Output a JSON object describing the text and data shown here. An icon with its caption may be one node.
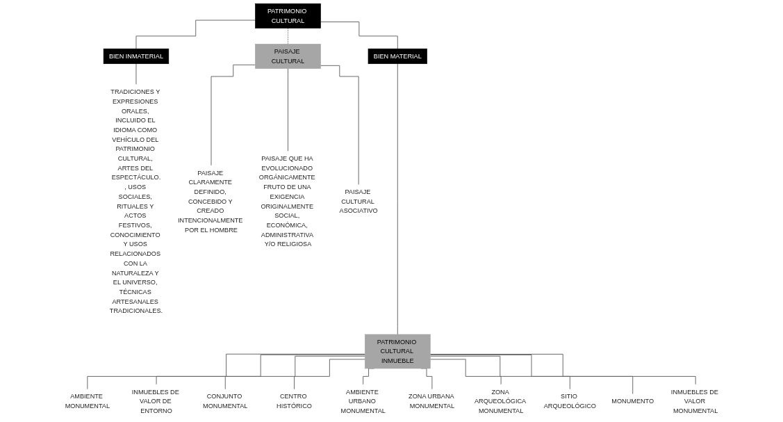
{
  "diagram": {
    "nodes": [
      {
        "text": [
          "PATRIMONIO CULTURAL"
        ]
      },
      {
        "text": [
          "BIEN INMATERIAL"
        ]
      },
      {
        "text": [
          "BIEN MATERIAL"
        ]
      },
      {
        "text": [
          "PAISAJE CULTURAL"
        ]
      },
      {
        "text": [
          "TRADICIONES Y EXPRESIONES ORALES, INCLUIDO EL IDIOMA COMO VEHÍCULO DEL PATRIMONIO CULTURAL, ARTES DEL ESPECTÁCULO.",
          ", USOS SOCIALES, RITUALES Y ACTOS FESTIVOS, CONOCIMIENTO Y USOS RELACIONADOS CON LA NATURALEZA Y EL UNIVERSO, TÉCNICAS ARTESANALES TRADICIONALES."
        ]
      },
      {
        "text": [
          "PATRIMONIO CULTURAL INMUEBLE"
        ]
      },
      {
        "text": [
          "PAISAJE CLARAMENTE DEFINIDO, CONCEBIDO Y CREADO INTENCIONALMENTE POR EL HOMBRE"
        ]
      },
      {
        "text": [
          "PAISAJE QUE HA EVOLUCIONADO ORGÁNICAMENTE FRUTO DE UNA EXIGENCIA ORIGINALMENTE SOCIAL, ECONÓMICA, ADMINISTRATIVA Y/O RELIGIOSA"
        ]
      },
      {
        "text": [
          "PAISAJE CULTURAL ASOCIATIVO"
        ]
      },
      {
        "text": [
          "AMBIENTE MONUMENTAL"
        ]
      },
      {
        "text": [
          "INMUEBLES DE VALOR DE ENTORNO"
        ]
      },
      {
        "text": [
          "CONJUNTO MONUMENTAL"
        ]
      },
      {
        "text": [
          "CENTRO HISTÓRICO"
        ]
      },
      {
        "text": [
          "AMBIENTE URBANO MONUMENTAL"
        ]
      },
      {
        "text": [
          "ZONA URBANA MONUMENTAL"
        ]
      },
      {
        "text": [
          "ZONA ARQUEOLÓGICA MONUMENTAL"
        ]
      },
      {
        "text": [
          "SITIO ARQUEOLÓGICO"
        ]
      },
      {
        "text": [
          "MONUMENTO"
        ]
      },
      {
        "text": [
          "INMUEBLES DE VALOR MONUMENTAL"
        ]
      }
    ],
    "edges": [
      {
        "from": 0,
        "to": 1,
        "arrow": "none"
      },
      {
        "from": 0,
        "to": 2,
        "arrow": "none"
      },
      {
        "from": 0,
        "to": 3,
        "arrow": "none",
        "style": "dashed"
      },
      {
        "from": 1,
        "to": 4,
        "arrow": "none"
      },
      {
        "from": 2,
        "to": 5,
        "arrow": "none"
      },
      {
        "from": 3,
        "to": 6,
        "arrow": "none"
      },
      {
        "from": 3,
        "to": 7,
        "arrow": "none"
      },
      {
        "from": 3,
        "to": 8,
        "arrow": "none"
      },
      {
        "from": 5,
        "to": 9,
        "arrow": "none"
      },
      {
        "from": 5,
        "to": 10,
        "arrow": "none"
      },
      {
        "from": 5,
        "to": 11,
        "arrow": "none"
      },
      {
        "from": 5,
        "to": 12,
        "arrow": "none"
      },
      {
        "from": 5,
        "to": 13,
        "arrow": "none"
      },
      {
        "from": 5,
        "to": 14,
        "arrow": "none"
      },
      {
        "from": 5,
        "to": 15,
        "arrow": "none"
      },
      {
        "from": 5,
        "to": 16,
        "arrow": "none"
      },
      {
        "from": 5,
        "to": 17,
        "arrow": "none"
      },
      {
        "from": 5,
        "to": 18,
        "arrow": "none"
      }
    ]
  }
}
